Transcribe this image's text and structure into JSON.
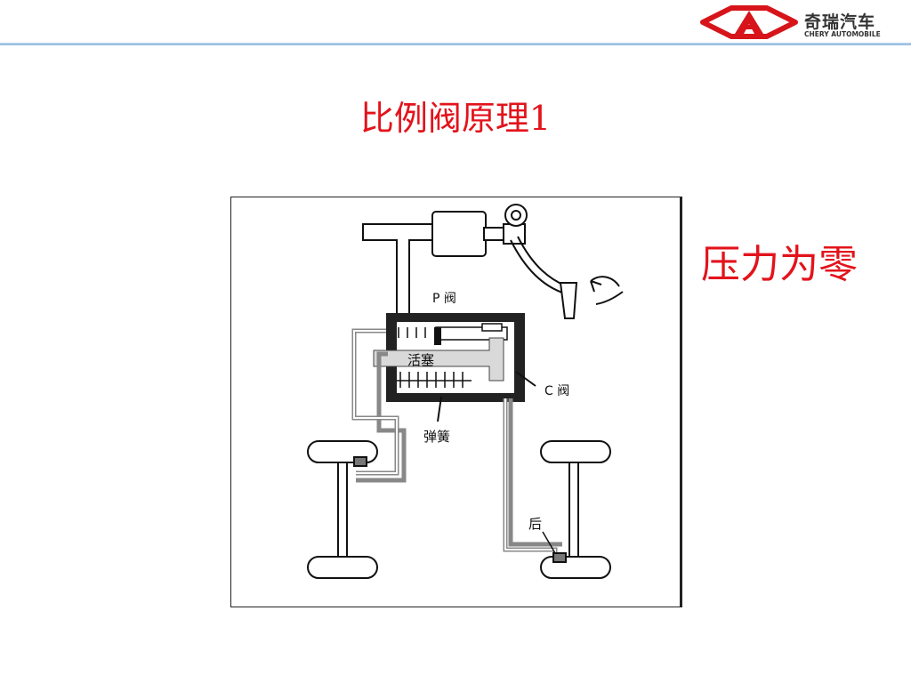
{
  "header": {
    "logo_cn": "奇瑞汽车",
    "logo_en": "CHERY AUTOMOBILE",
    "brand_color": "#d7141a",
    "line_color": "#8fb8de"
  },
  "slide": {
    "title": "比例阀原理1",
    "status_label": "压力为零",
    "title_color": "#e3131b"
  },
  "diagram": {
    "labels": {
      "p_valve": "P 阀",
      "piston": "活塞",
      "c_valve": "C 阀",
      "spring": "弹簧",
      "rear": "后"
    },
    "pressure": 0
  }
}
